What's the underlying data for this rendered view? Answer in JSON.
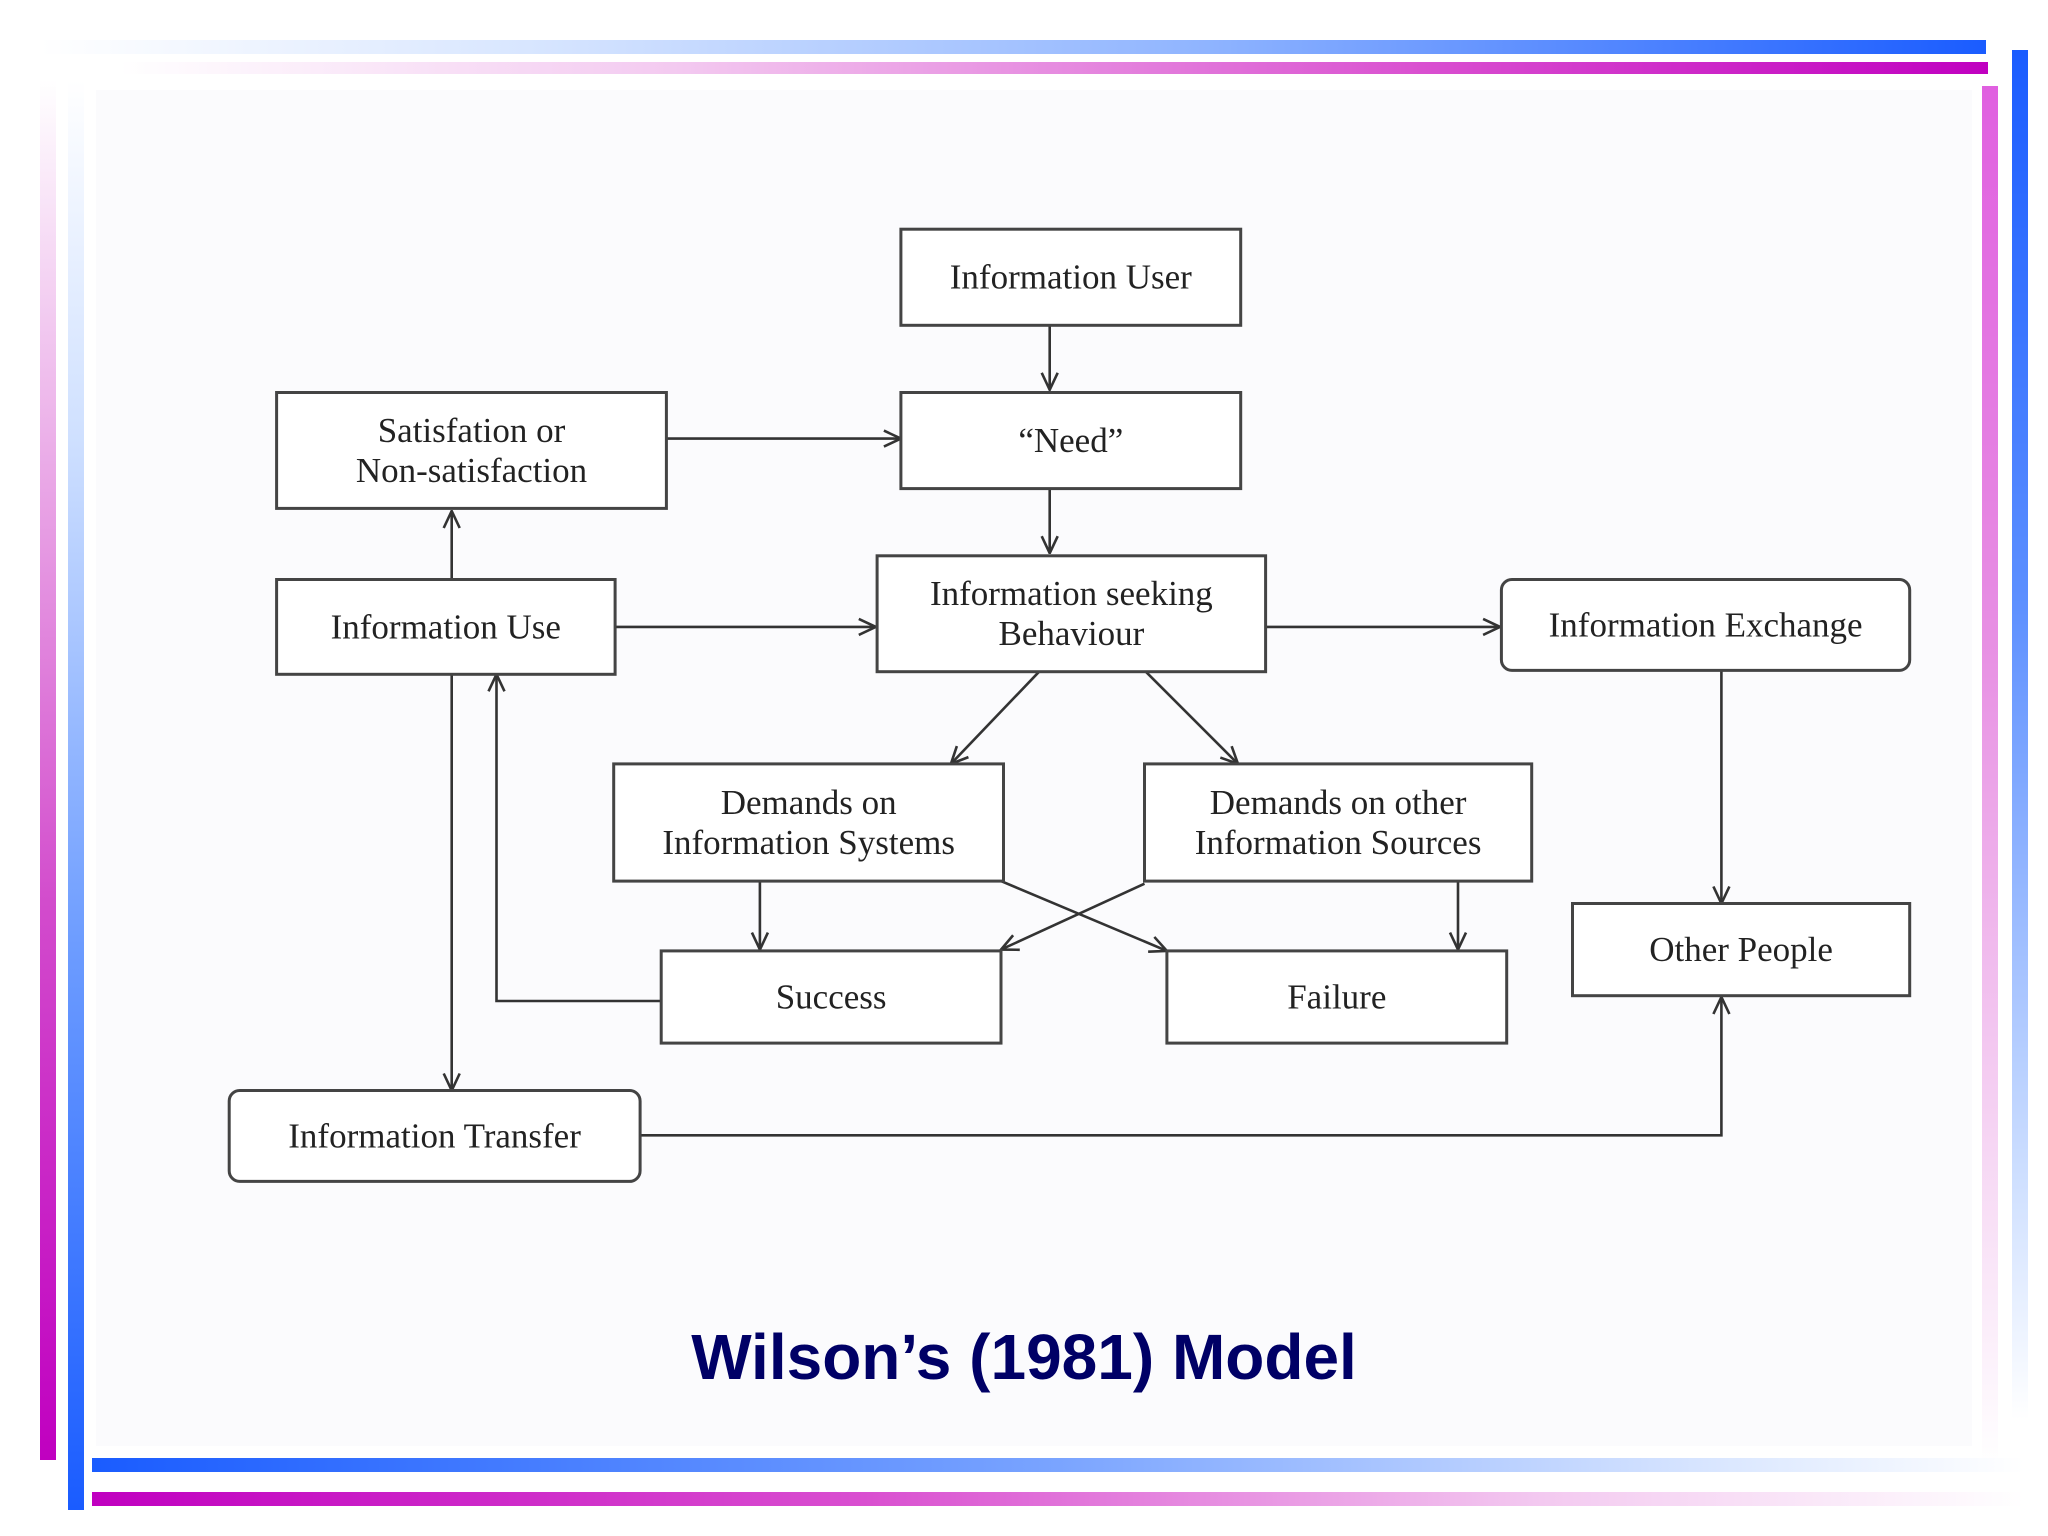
{
  "title": "Wilson’s (1981) Model",
  "colors": {
    "title": "#000066",
    "accent_magenta": "#c000c0",
    "accent_blue": "#1a5cff",
    "box_stroke": "#444444",
    "box_text": "#222222"
  },
  "nodes": {
    "info_user": [
      "Information User"
    ],
    "need": [
      "“Need”"
    ],
    "satisfaction": [
      "Satisfation or",
      "Non-satisfaction"
    ],
    "info_use": [
      "Information Use"
    ],
    "seeking": [
      "Information seeking",
      "Behaviour"
    ],
    "exchange": [
      "Information Exchange"
    ],
    "demands_systems": [
      "Demands on",
      "Information Systems"
    ],
    "demands_other": [
      "Demands on other",
      "Information Sources"
    ],
    "success": [
      "Success"
    ],
    "failure": [
      "Failure"
    ],
    "other_people": [
      "Other People"
    ],
    "transfer": [
      "Information Transfer"
    ]
  },
  "edges": [
    [
      "info_user",
      "need"
    ],
    [
      "satisfaction",
      "need"
    ],
    [
      "need",
      "seeking"
    ],
    [
      "info_use",
      "satisfaction"
    ],
    [
      "info_use",
      "seeking"
    ],
    [
      "seeking",
      "exchange"
    ],
    [
      "seeking",
      "demands_systems"
    ],
    [
      "seeking",
      "demands_other"
    ],
    [
      "demands_systems",
      "success"
    ],
    [
      "demands_systems",
      "failure"
    ],
    [
      "demands_other",
      "success"
    ],
    [
      "demands_other",
      "failure"
    ],
    [
      "success",
      "info_use"
    ],
    [
      "info_use",
      "transfer"
    ],
    [
      "exchange",
      "other_people"
    ],
    [
      "transfer",
      "other_people"
    ]
  ]
}
